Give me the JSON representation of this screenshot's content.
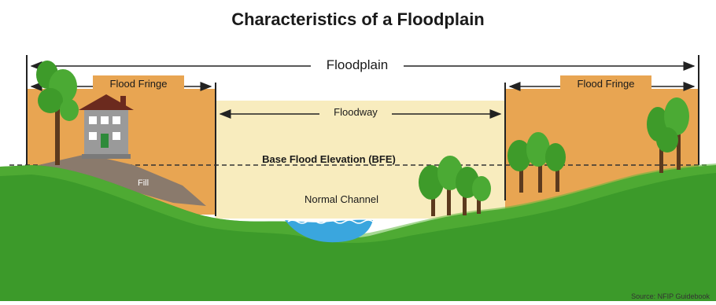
{
  "title": "Characteristics of a Floodplain",
  "labels": {
    "floodplain": "Floodplain",
    "flood_fringe_left": "Flood Fringe",
    "flood_fringe_right": "Flood Fringe",
    "floodway": "Floodway",
    "bfe": "Base Flood Elevation (BFE)",
    "normal_channel": "Normal Channel",
    "fill": "Fill"
  },
  "source": "Source: NFIP Guidebook",
  "colors": {
    "fringe": "#E8A552",
    "floodway": "#F8ECBE",
    "ground": "#3C9A2A",
    "ground_light": "#5CB83A",
    "water": "#3AA6DE",
    "fill": "#8A7A6C",
    "house": "#9A9A9A",
    "roof": "#6B2A1E",
    "tree": "#3E9B2A",
    "trunk": "#5C3A1E"
  }
}
